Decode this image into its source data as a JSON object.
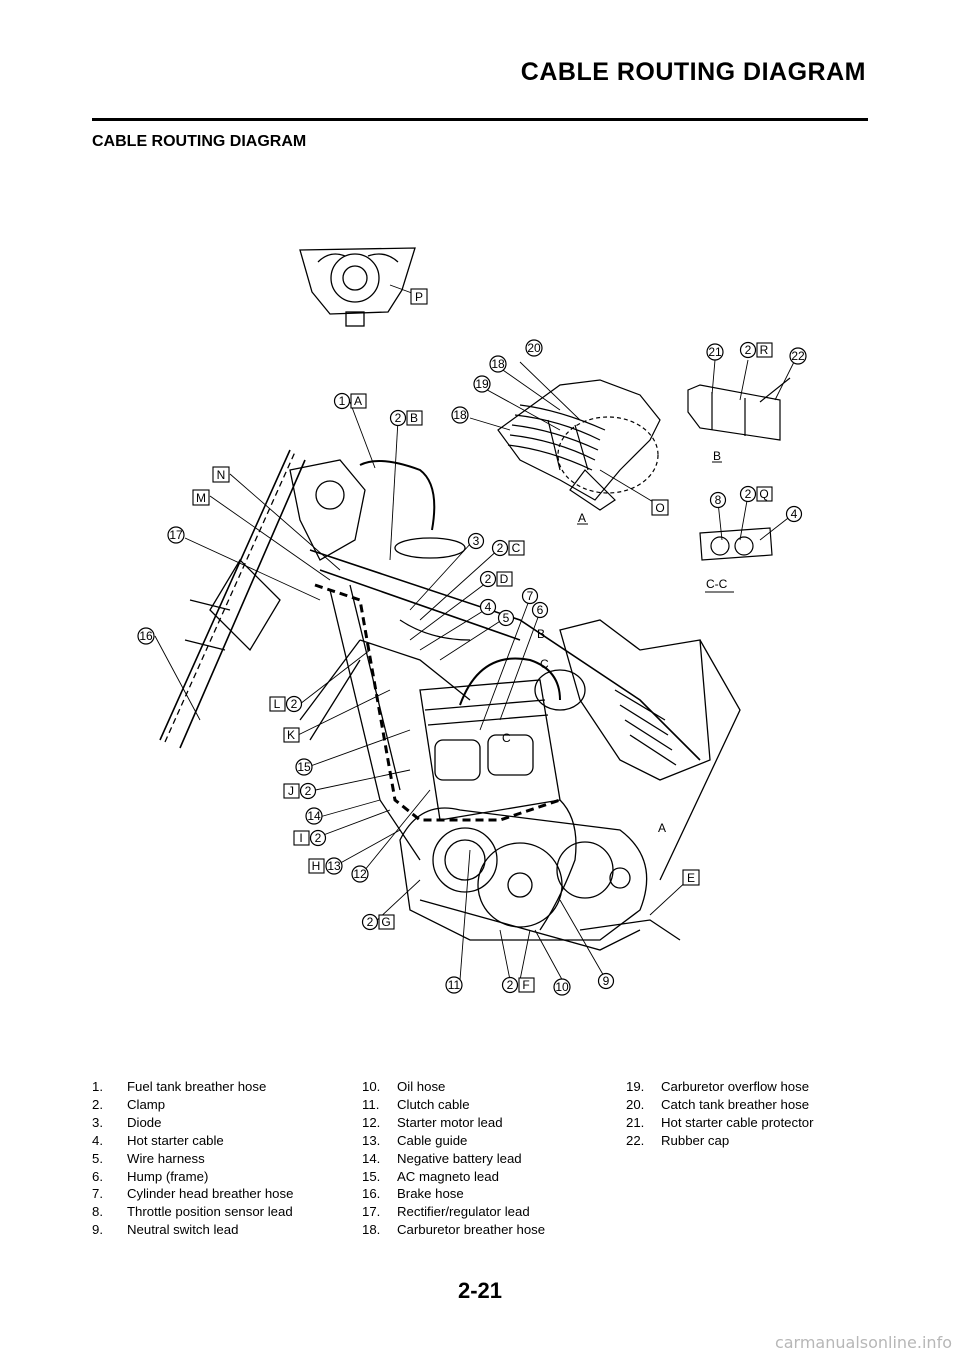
{
  "page_header": "CABLE ROUTING DIAGRAM",
  "section_title": "CABLE ROUTING DIAGRAM",
  "page_number": "2-21",
  "watermark": "carmanualsonline.info",
  "diagram": {
    "view_labels": {
      "A": "A",
      "B": "B",
      "C": "C",
      "B2": "B",
      "A2": "A",
      "CC": "C-C"
    },
    "callouts": {
      "n1": "1",
      "n2": "2",
      "n3": "3",
      "n4": "4",
      "n5": "5",
      "n6": "6",
      "n7": "7",
      "n8": "8",
      "n9": "9",
      "n10": "10",
      "n11": "11",
      "n12": "12",
      "n13": "13",
      "n14": "14",
      "n15": "15",
      "n16": "16",
      "n17": "17",
      "n18": "18",
      "n19": "19",
      "n20": "20",
      "n21": "21",
      "n22": "22",
      "lA": "A",
      "lB": "B",
      "lC": "C",
      "lD": "D",
      "lE": "E",
      "lF": "F",
      "lG": "G",
      "lH": "H",
      "lI": "I",
      "lJ": "J",
      "lK": "K",
      "lL": "L",
      "lM": "M",
      "lN": "N",
      "lO": "O",
      "lP": "P",
      "lQ": "Q",
      "lR": "R"
    }
  },
  "legend": {
    "col1": [
      {
        "num": "1.",
        "text": "Fuel tank breather hose"
      },
      {
        "num": "2.",
        "text": "Clamp"
      },
      {
        "num": "3.",
        "text": "Diode"
      },
      {
        "num": "4.",
        "text": "Hot starter cable"
      },
      {
        "num": "5.",
        "text": "Wire harness"
      },
      {
        "num": "6.",
        "text": "Hump (frame)"
      },
      {
        "num": "7.",
        "text": "Cylinder head breather hose"
      },
      {
        "num": "8.",
        "text": "Throttle position sensor lead"
      },
      {
        "num": "9.",
        "text": "Neutral switch lead"
      }
    ],
    "col2": [
      {
        "num": "10.",
        "text": "Oil hose"
      },
      {
        "num": "11.",
        "text": "Clutch cable"
      },
      {
        "num": "12.",
        "text": "Starter motor lead"
      },
      {
        "num": "13.",
        "text": "Cable guide"
      },
      {
        "num": "14.",
        "text": "Negative battery lead"
      },
      {
        "num": "15.",
        "text": "AC magneto lead"
      },
      {
        "num": "16.",
        "text": "Brake hose"
      },
      {
        "num": "17.",
        "text": "Rectifier/regulator lead"
      },
      {
        "num": "18.",
        "text": "Carburetor breather hose"
      }
    ],
    "col3": [
      {
        "num": "19.",
        "text": "Carburetor overflow hose"
      },
      {
        "num": "20.",
        "text": "Catch tank breather hose"
      },
      {
        "num": "21.",
        "text": "Hot starter cable protector"
      },
      {
        "num": "22.",
        "text": "Rubber cap"
      }
    ]
  }
}
